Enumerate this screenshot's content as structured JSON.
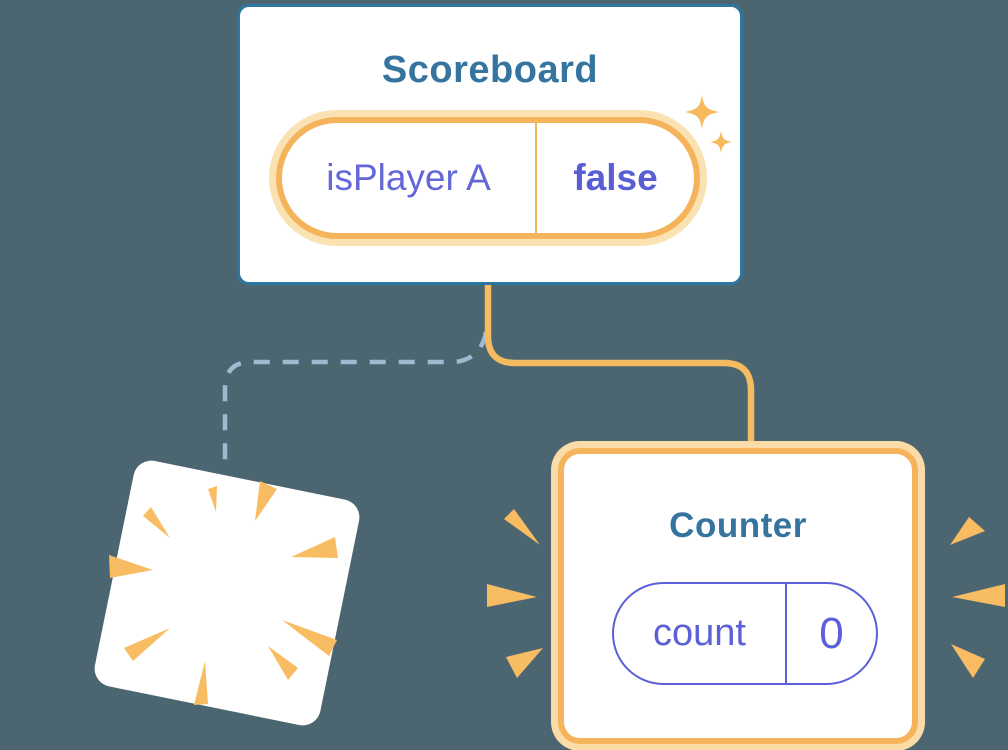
{
  "diagram": {
    "background_color": "#4C6671",
    "scoreboard": {
      "title": "Scoreboard",
      "state": {
        "label": "isPlayer A",
        "value": "false"
      }
    },
    "counter": {
      "title": "Counter",
      "state": {
        "label": "count",
        "value": "0"
      }
    },
    "connectors": {
      "active_branch": "scoreboard-to-counter",
      "removed_branch": "scoreboard-to-removed-card"
    },
    "icons": {
      "sparkles": "sparkle-stars-icon",
      "explosion": "explosion-rays-icon",
      "emphasis_left": "burst-marks-left-icon",
      "emphasis_right": "burst-marks-right-icon"
    },
    "colors": {
      "background": "#4C6671",
      "card_border_blue": "#2E76A2",
      "title_blue": "#35749E",
      "state_purple": "#6367D8",
      "state_purple_bold": "#5A5ED6",
      "counter_pill_purple": "#5B60D8",
      "orange_ring": "#F5B45B",
      "orange_ring_glow": "#FBE2B2",
      "orange_ring_glow_counter": "#FBDCA8",
      "connector_orange": "#F6BA60",
      "connector_removed_blue": "#9DBAD0",
      "burst_orange": "#F8BC63",
      "card_white": "#FFFFFF"
    }
  }
}
